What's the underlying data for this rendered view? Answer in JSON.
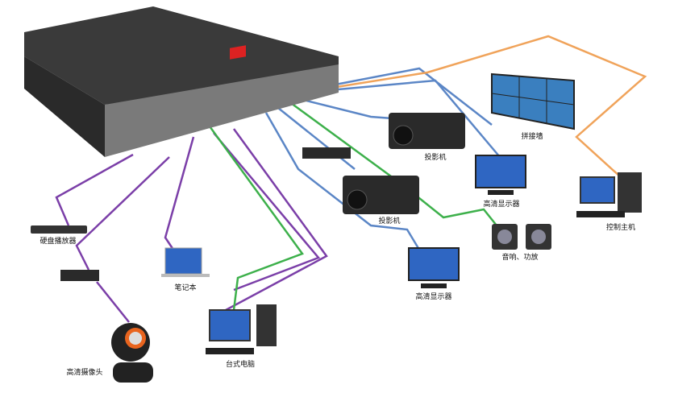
{
  "labels": {
    "hdd_player": "硬盘播放器",
    "laptop": "笔记本",
    "hd_camera": "高清摄像头",
    "desktop": "台式电脑",
    "projector_1": "投影机",
    "projector_2": "投影机",
    "hd_monitor_1": "高清显示器",
    "hd_monitor_2": "高清显示器",
    "speakers": "音响、功放",
    "control_host": "控制主机",
    "video_wall": "拼接墙"
  },
  "colors": {
    "input_line": "#7b3fa8",
    "output_line": "#5b86c6",
    "audio_line": "#3db04b",
    "control_line": "#f0a35a",
    "device_dark": "#2a2a2a",
    "screen_blue": "#2f66c2"
  }
}
